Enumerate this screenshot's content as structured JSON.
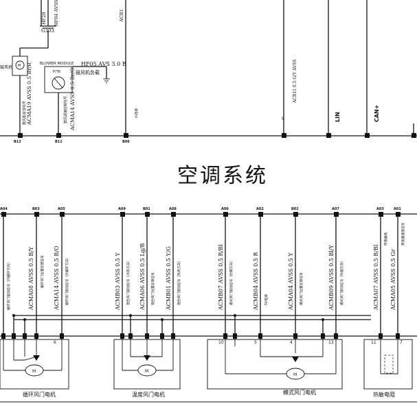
{
  "title": "空调系统",
  "top": {
    "hf20": "HF20",
    "hf04": "HF04 AVSS",
    "g303": "G303",
    "acb1": "ACB1",
    "motor_label": "鼓风机",
    "blower_module": "BLOWER MODULE",
    "pr_label": "P/TR",
    "hf05": "HF05 AVS 3.0 B",
    "blower_load": "鼓风机负载",
    "wire_b12": "ACMA19 AVSS 0.5 Br/R",
    "wire_b12_desc": "鼓风机反馈信号",
    "wire_b11": "ACMA14 AVSS 0.5 Br/G",
    "wire_b11_desc": "鼓风调速控制信号",
    "wire_b06_desc": "IG电源",
    "wire_acb11": "ACB11 0.5 G/Y AVSS",
    "lin": "LIN",
    "can": "CAN+",
    "pin_b12": "B12",
    "pin_b11": "B11",
    "pin_b06": "B06",
    "pin_9": "9"
  },
  "bottom": {
    "pins": [
      "A04",
      "B03",
      "A05",
      "A09",
      "B01",
      "A08",
      "A06",
      "A02",
      "B02",
      "A07",
      "A03",
      "A01"
    ],
    "wires": [
      {
        "code": "ACMA08 AVSS 0.5 B/Y",
        "desc": "循环风门位置反馈信号"
      },
      {
        "code": "ACMA14 AVSS 0.5 B/O",
        "desc": "循环风门驱动信号（外循环方向）"
      },
      {
        "code": "ACMB03 AVSS 0.5 Y",
        "desc": "混合风门驱动信号（冷风方向）"
      },
      {
        "code": "ACMA06 AVSS 0.5 Lg/B",
        "desc": "混合风门位置反馈信号"
      },
      {
        "code": "ACMB01 AVSS 0.5 Y/G",
        "desc": "混合风门驱动信号（热风方向）"
      },
      {
        "code": "ACMB07 AVSS 0.5 R/Bl",
        "desc": "模式风门驱动信号（吹脚方向）"
      },
      {
        "code": "ACMB04 AVSS 0.5 R",
        "desc": "5V电源"
      },
      {
        "code": "ACMA04 AVSS 0.5 Y",
        "desc": "模式风门位置反馈信号"
      },
      {
        "code": "ACMB09 AVSS 0.5 Bl/Y",
        "desc": "模式风门驱动信号（吹面方向）"
      },
      {
        "code": "ACMA07 AVSS 0.5 B/Bl",
        "desc": "传感器地"
      },
      {
        "code": "ACMA05 AVSS 0.5 Gr",
        "desc": "蒸发器温度信号"
      }
    ],
    "left_desc": "循环风门驱动信号（内循环方向）",
    "motor1": "循环风门电机",
    "motor2": "温度风门电机",
    "motor3": "模式风门电机",
    "sensor": "热敏电阻",
    "pin_6": "6",
    "pin_10": "10",
    "pin_5": "5",
    "pin_4": "4",
    "pin_13": "13",
    "pin_11": "11",
    "pin_7": "7",
    "m_label": "M"
  }
}
